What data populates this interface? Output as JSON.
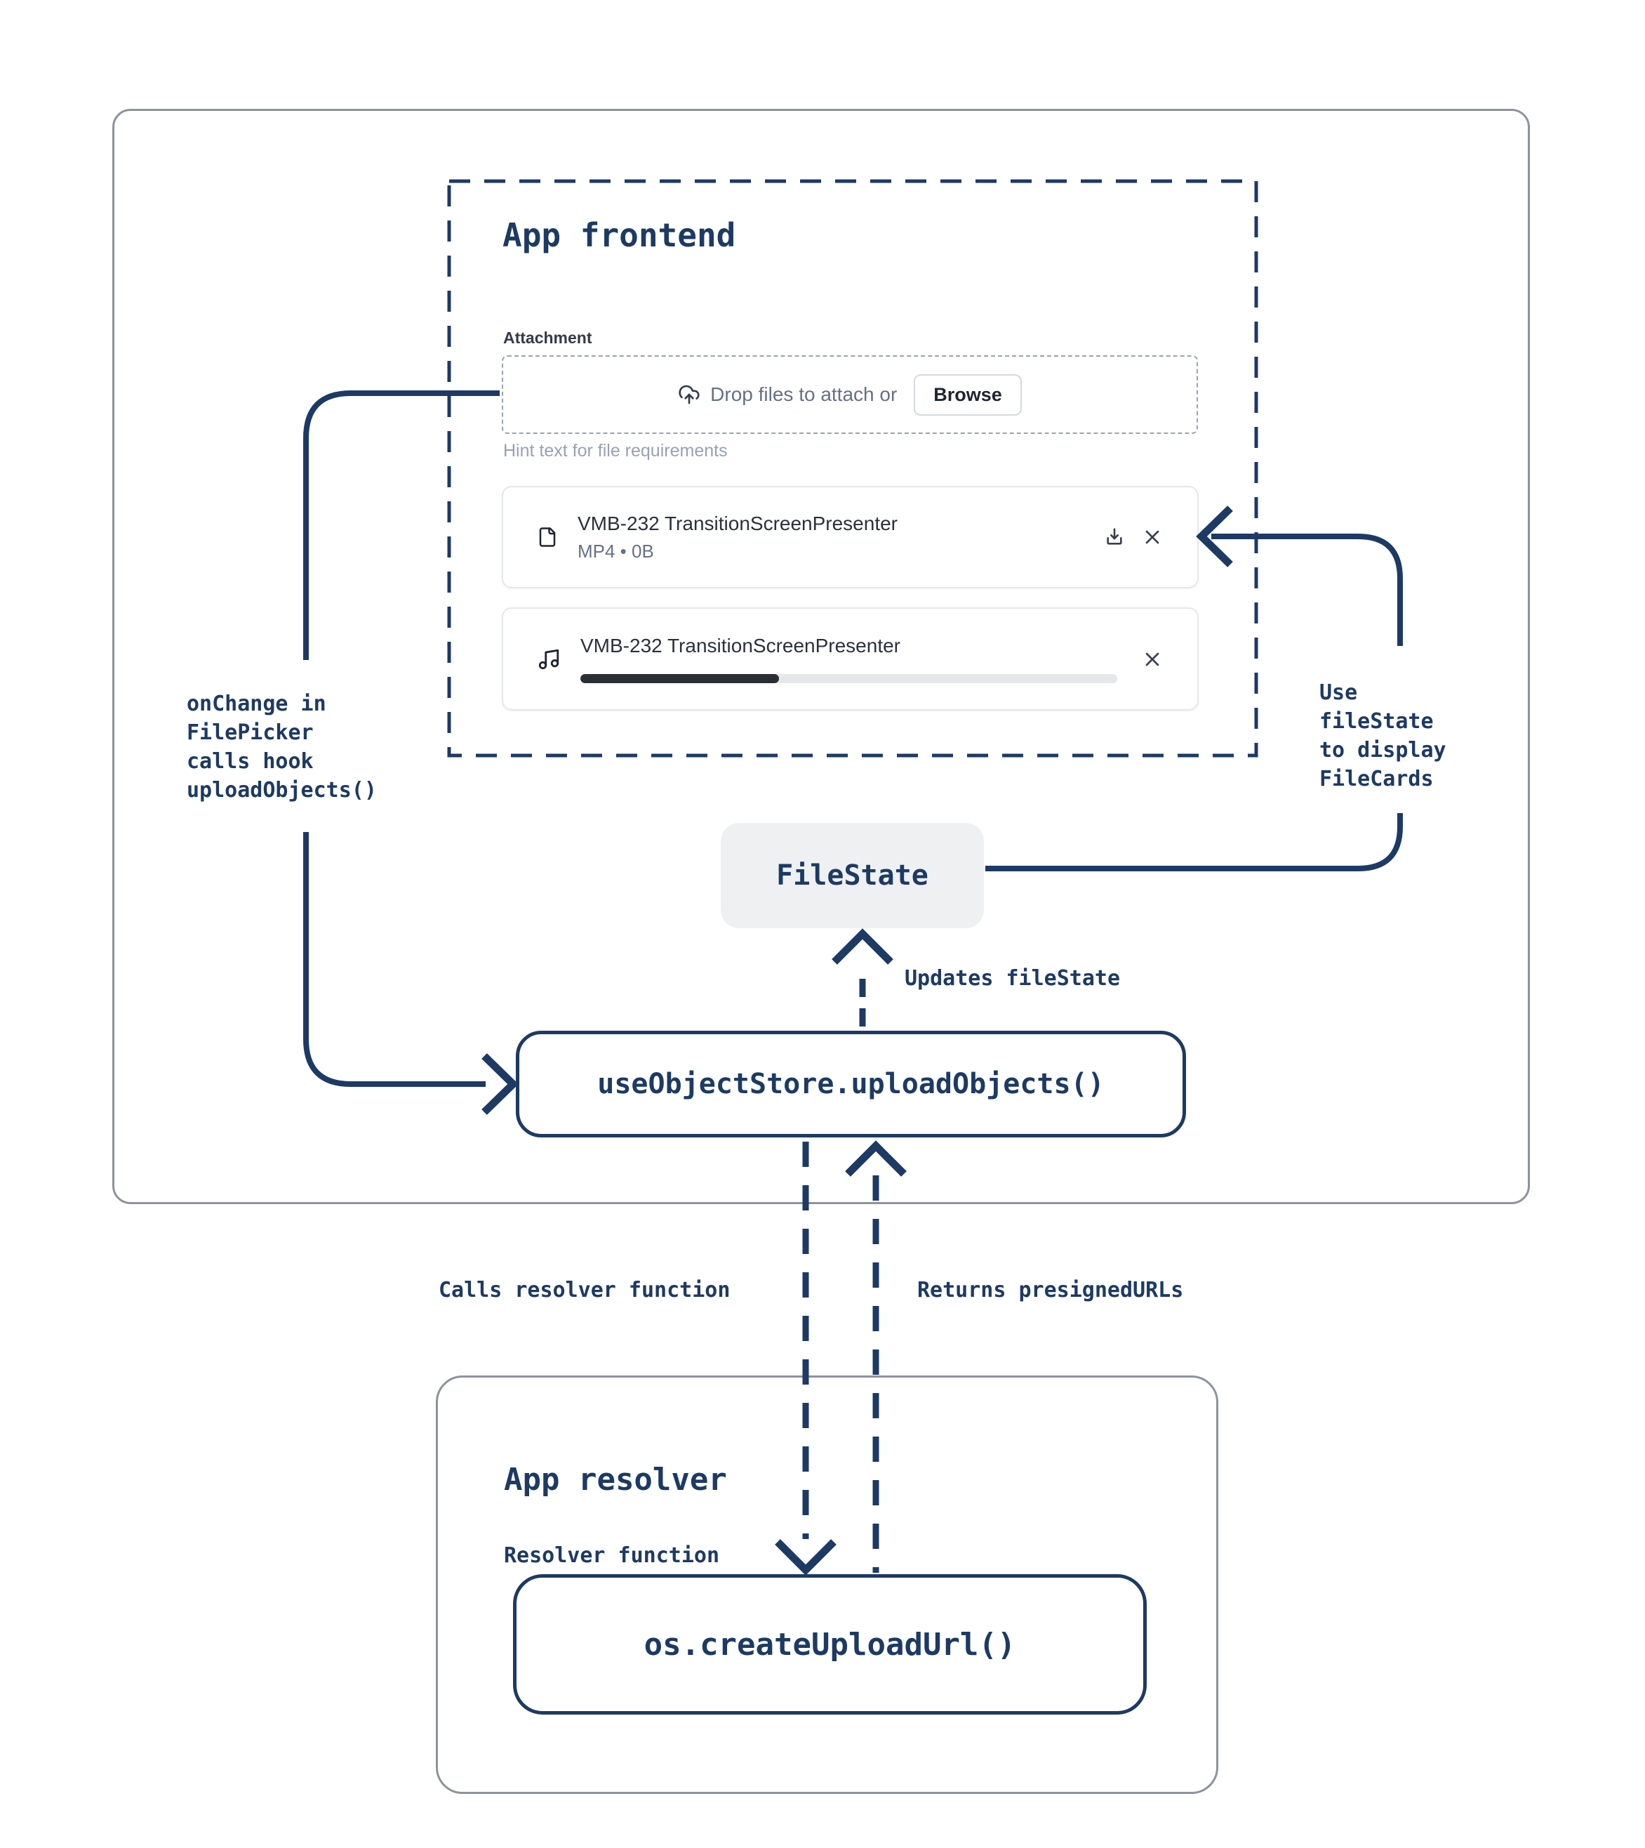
{
  "palette": {
    "navy": "#1d3a64",
    "container_border": "#8d939c",
    "card_border": "#e5e7ec",
    "muted_text": "#667085",
    "hint_text": "#98a2b3",
    "dark_text": "#2a313c",
    "filestate_bg": "#eef0f2",
    "progress_fill": "#2a2f36",
    "progress_track": "#e5e7ea"
  },
  "frontend": {
    "title": "App frontend",
    "attachment_label": "Attachment",
    "dropzone": {
      "prompt": "Drop files to attach or",
      "browse_label": "Browse",
      "hint": "Hint text for file requirements",
      "icon": "upload-cloud-icon"
    },
    "cards": [
      {
        "icon": "file-icon",
        "title": "VMB-232 TransitionScreenPresenter",
        "meta": "MP4 • 0B",
        "actions": [
          "download-icon",
          "close-icon"
        ]
      },
      {
        "icon": "music-icon",
        "title": "VMB-232 TransitionScreenPresenter",
        "progress_percent": 37,
        "actions": [
          "close-icon"
        ]
      }
    ]
  },
  "state": {
    "filestate_label": "FileState",
    "updates_label": "Updates fileState",
    "hook_label": "useObjectStore.uploadObjects()"
  },
  "annotations": {
    "onchange": "onChange in\nFilePicker\ncalls hook\nuploadObjects()",
    "use_filestate": "Use\nfileState\nto display\nFileCards",
    "calls_resolver": "Calls resolver function",
    "returns_presigned": "Returns presignedURLs"
  },
  "resolver": {
    "title": "App resolver",
    "function_label": "Resolver function",
    "box_label": "os.createUploadUrl()"
  }
}
